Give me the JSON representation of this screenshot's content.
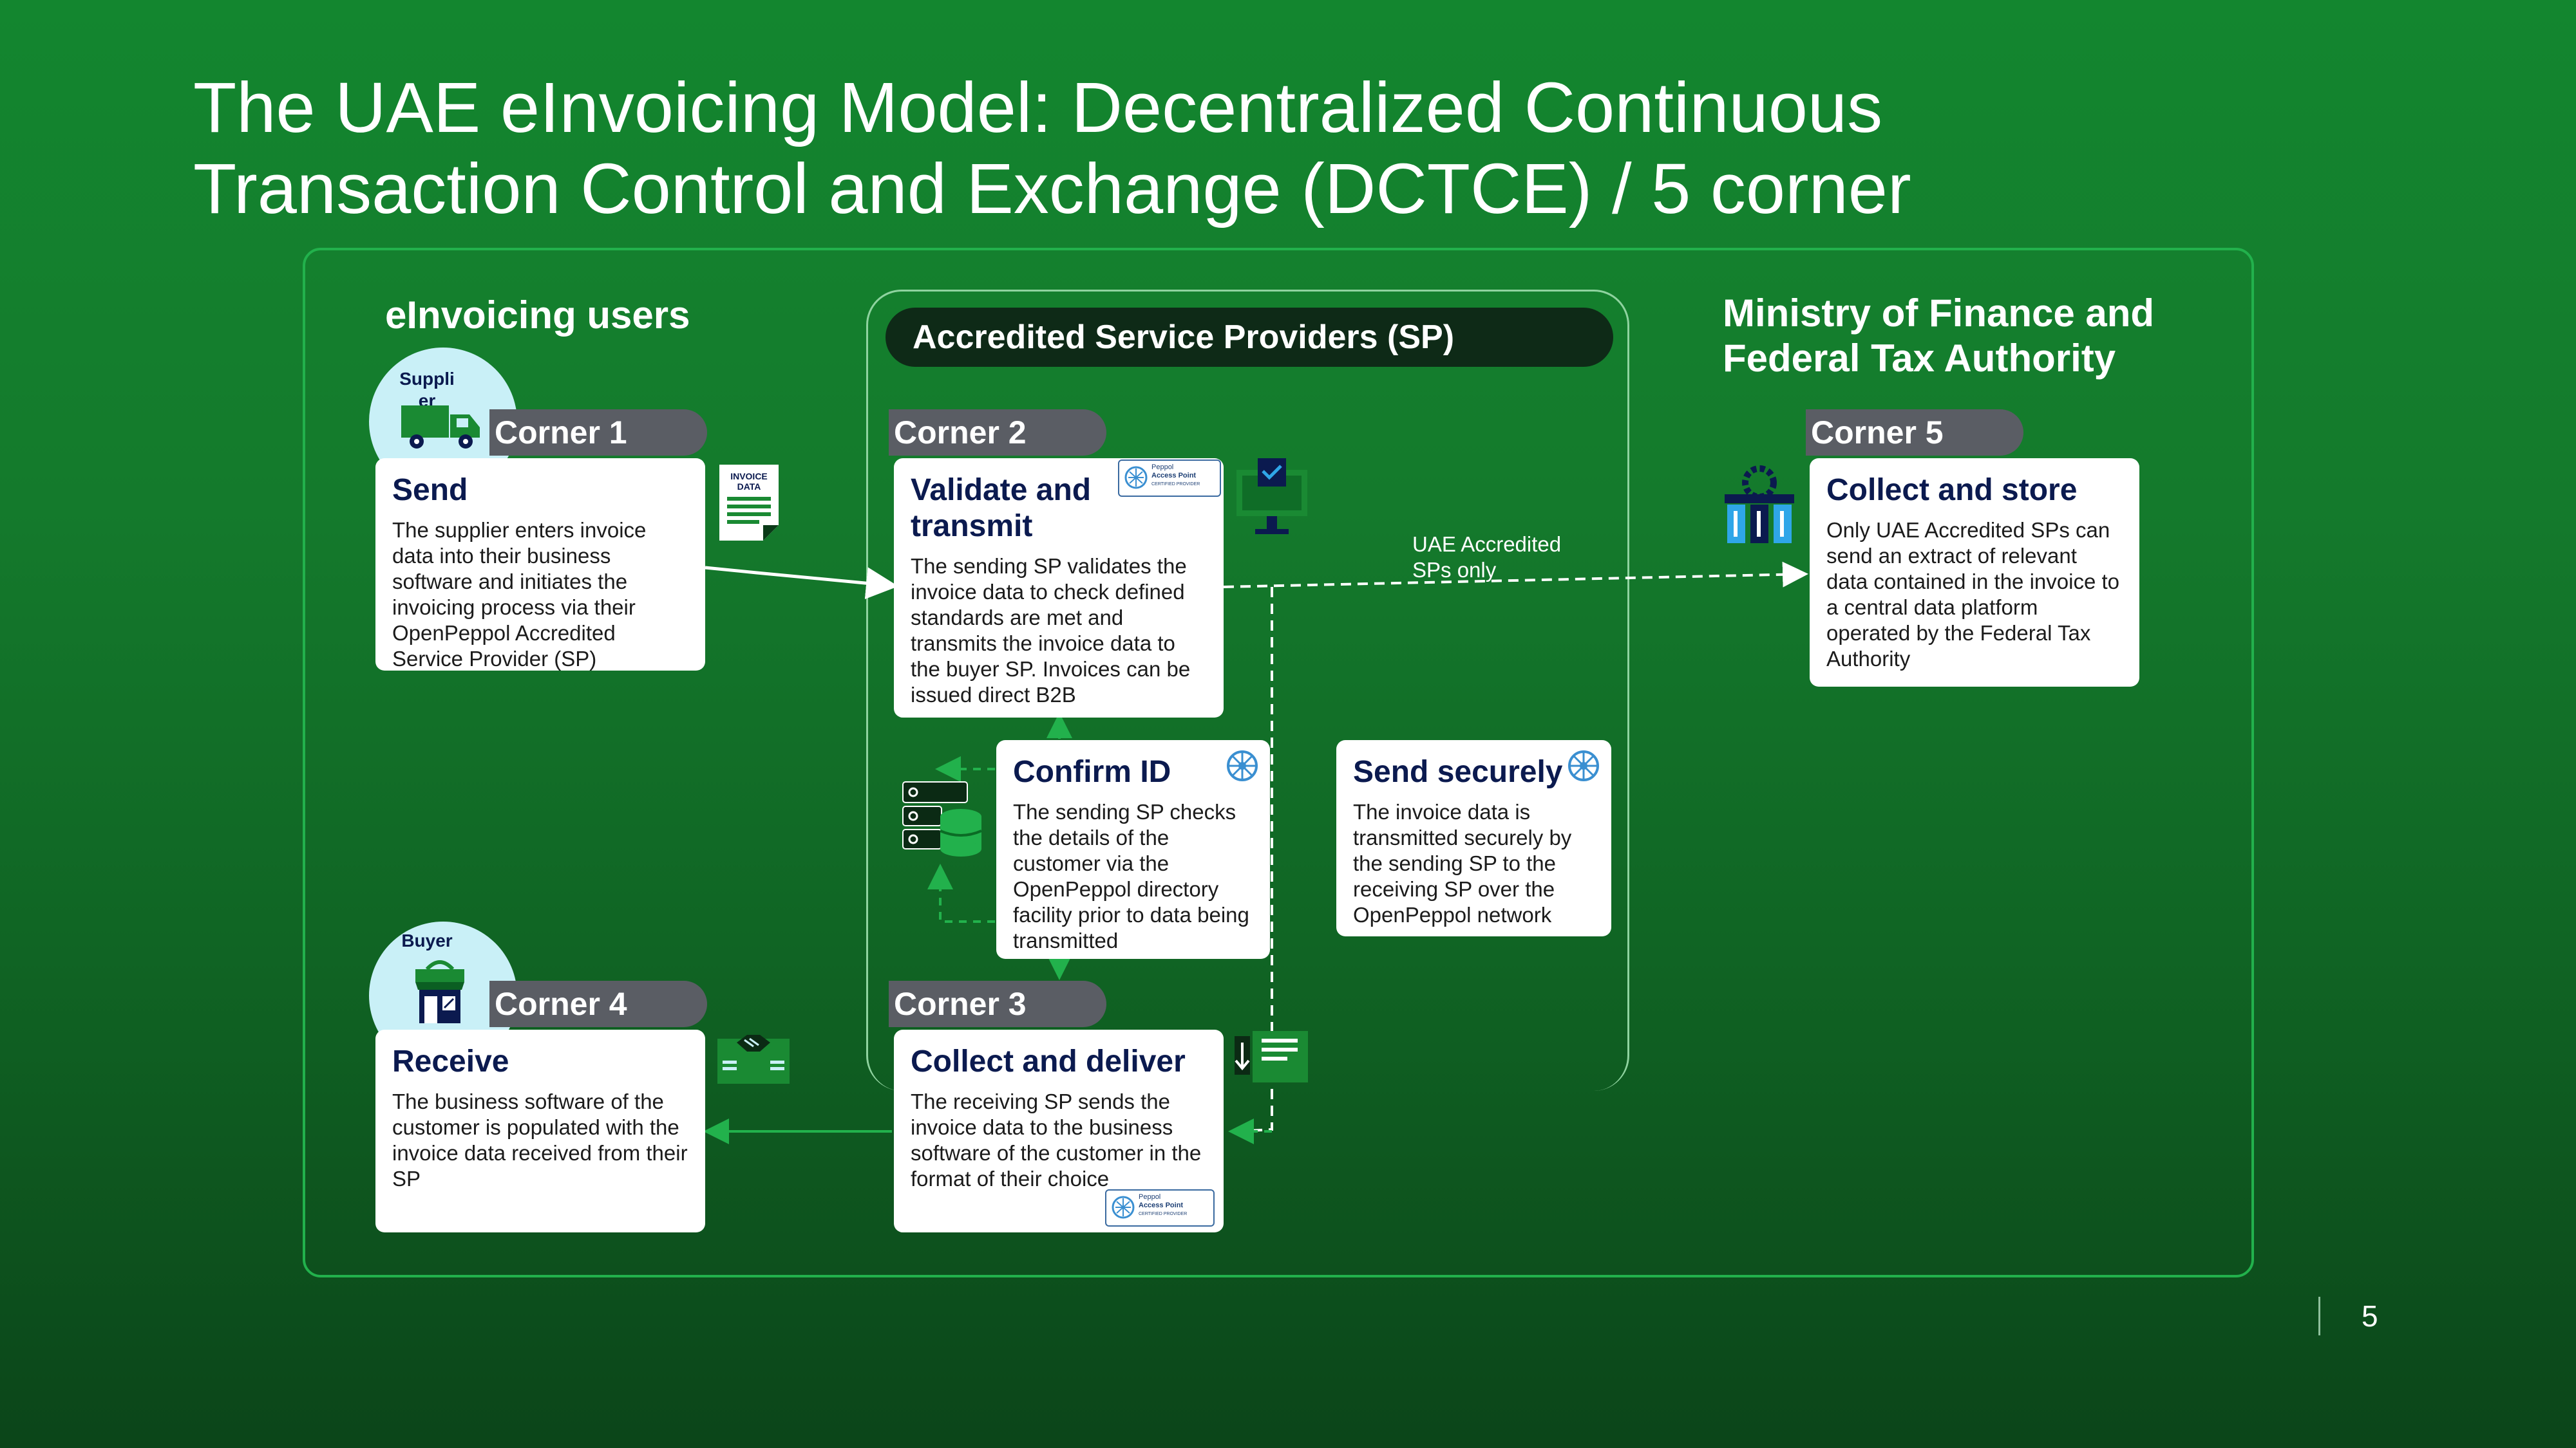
{
  "slide": {
    "title_line1": "The UAE eInvoicing Model: Decentralized Continuous",
    "title_line2": "Transaction Control and Exchange (DCTCE) / 5 corner",
    "page_number": "5"
  },
  "sections": {
    "users_title": "eInvoicing users",
    "sp_title": "Accredited Service Providers (SP)",
    "ministry_title_line1": "Ministry of Finance and",
    "ministry_title_line2": "Federal Tax Authority"
  },
  "avatars": {
    "supplier": "Suppli er",
    "buyer": "Buyer"
  },
  "corners": {
    "c1": "Corner 1",
    "c2": "Corner 2",
    "c3": "Corner 3",
    "c4": "Corner 4",
    "c5": "Corner 5"
  },
  "cards": {
    "send": {
      "title": "Send",
      "body": "The supplier enters invoice data into their business software and initiates the invoicing process via their OpenPeppol Accredited Service Provider (SP)"
    },
    "validate": {
      "title_line1": "Validate and",
      "title_line2": "transmit",
      "body": "The sending SP validates the invoice data to check defined standards are met and transmits the invoice data to the buyer SP. Invoices can be issued direct B2B"
    },
    "confirm": {
      "title": "Confirm ID",
      "body": "The sending SP checks the details of the customer via the OpenPeppol directory facility prior to data being transmitted"
    },
    "send_securely": {
      "title": "Send securely",
      "body": "The invoice data is transmitted securely by the sending SP to the receiving SP over the OpenPeppol network"
    },
    "collect_store": {
      "title": "Collect and store",
      "body": "Only UAE Accredited SPs can send an extract of relevant data contained in the invoice to a central data platform operated by the Federal Tax Authority"
    },
    "receive": {
      "title": "Receive",
      "body": "The business software of the customer is populated with the invoice data received from their SP"
    },
    "collect_deliver": {
      "title": "Collect and deliver",
      "body": "The receiving SP sends the invoice data to the business software of the customer in the format of their choice"
    }
  },
  "labels": {
    "uae_only_line1": "UAE Accredited",
    "uae_only_line2": "SPs only",
    "invoice_doc_line1": "INVOICE",
    "invoice_doc_line2": "DATA"
  },
  "badges": {
    "peppol_line1": "Peppol",
    "peppol_line2": "Access Point",
    "peppol_line3": "CERTIFIED PROVIDER"
  },
  "colors": {
    "accent_green": "#22b14c",
    "dark_navy": "#0b1a4f",
    "corner_tab_gray": "#5a5d64",
    "pill_dark": "#0e2a17",
    "avatar_bg": "#c9f0f7"
  },
  "icons": [
    "truck-icon",
    "store-icon",
    "invoice-document-icon",
    "monitor-email-icon",
    "server-database-icon",
    "network-globe-icon",
    "government-building-icon",
    "handshake-card-icon",
    "download-list-icon"
  ]
}
